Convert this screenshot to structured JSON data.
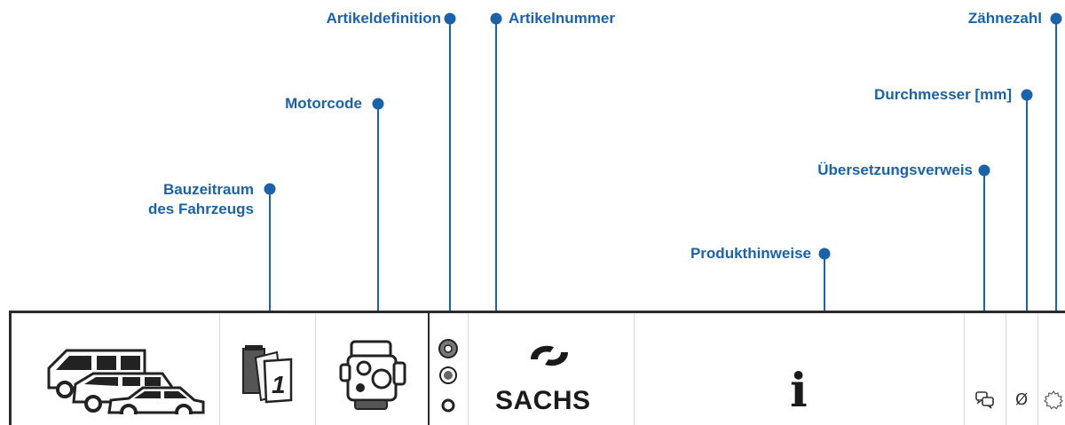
{
  "accent_color": "#1c62a8",
  "callouts": {
    "bauzeitraum": [
      "Bauzeitraum",
      "des Fahrzeugs"
    ],
    "motorcode": "Motorcode",
    "artikeldefinition": "Artikeldefinition",
    "artikelnummer": "Artikelnummer",
    "produkthinweise": "Produkthinweise",
    "uebersetzungsverweis": "Übersetzungsverweis",
    "durchmesser": "Durchmesser [mm]",
    "zaehnezahl": "Zähnezahl"
  },
  "strip": {
    "brand_name": "SACHS",
    "info_symbol": "i",
    "diameter_symbol": "Ø",
    "icons": [
      "vehicles-icon",
      "calendar-icon",
      "engine-icon",
      "clutch-parts-icon",
      "sachs-logo-icon",
      "info-icon",
      "cross-reference-icon",
      "diameter-icon",
      "gear-teeth-icon"
    ]
  }
}
